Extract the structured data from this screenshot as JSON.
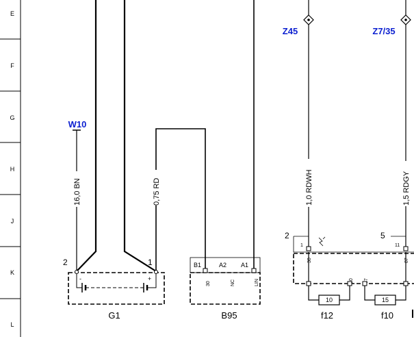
{
  "grid": {
    "rows": [
      "E",
      "F",
      "G",
      "H",
      "J",
      "K",
      "L"
    ]
  },
  "references": {
    "w10": "W10",
    "z45": "Z45",
    "z7_35": "Z7/35"
  },
  "wires": {
    "w1": "16,0 BN",
    "w2": "0,75 RD",
    "w3": "1,0 RDWH",
    "w4": "1,5 RDGY"
  },
  "components": {
    "g1": {
      "name": "G1",
      "pin_neg": "2",
      "pin_pos": "1",
      "minus": "-",
      "plus": "+"
    },
    "b95": {
      "name": "B95",
      "pins": [
        "B1",
        "A2",
        "A1"
      ],
      "pin_codes": [
        "30",
        "NC",
        "LIN"
      ]
    },
    "f12": {
      "name": "f12",
      "connector": "2",
      "pin_top": "1",
      "pin_code": "30",
      "pin_out": "30",
      "fuse": "10"
    },
    "f10": {
      "name": "f10",
      "connector": "5",
      "pin_top": "11",
      "pin_code": "87",
      "pin_in": "87",
      "fuse": "15"
    }
  }
}
